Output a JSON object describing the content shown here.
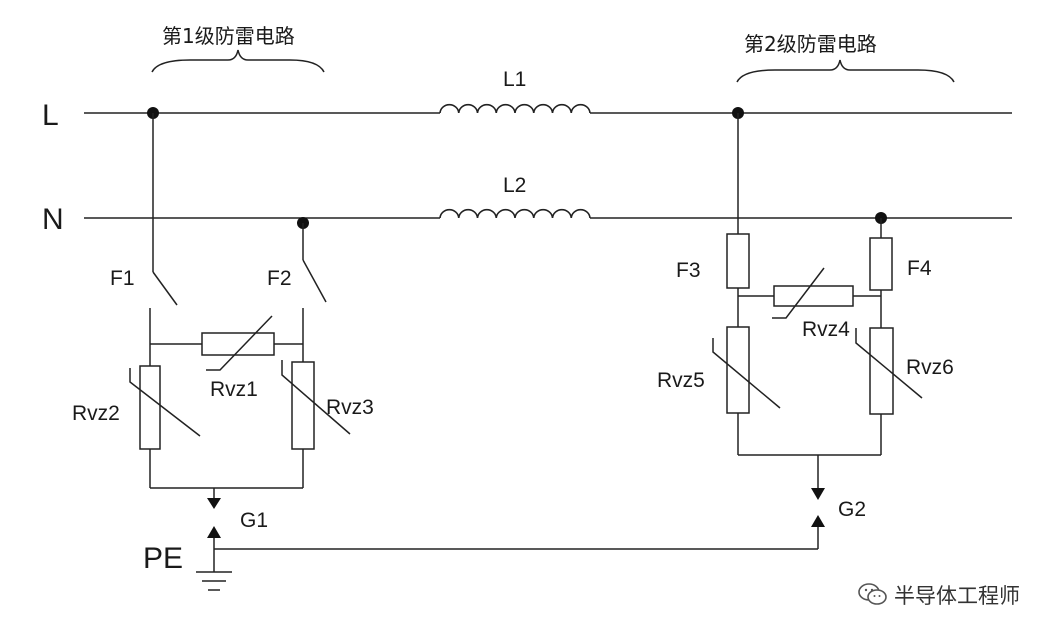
{
  "labels": {
    "stage1": "第1级防雷电路",
    "stage2": "第2级防雷电路",
    "line_l": "L",
    "line_n": "N",
    "pe": "PE",
    "l1": "L1",
    "l2": "L2",
    "f1": "F1",
    "f2": "F2",
    "f3": "F3",
    "f4": "F4",
    "rvz1": "Rvz1",
    "rvz2": "Rvz2",
    "rvz3": "Rvz3",
    "rvz4": "Rvz4",
    "rvz5": "Rvz5",
    "rvz6": "Rvz6",
    "g1": "G1",
    "g2": "G2"
  },
  "watermark": {
    "text": "半导体工程师",
    "icon": "wechat-icon"
  }
}
